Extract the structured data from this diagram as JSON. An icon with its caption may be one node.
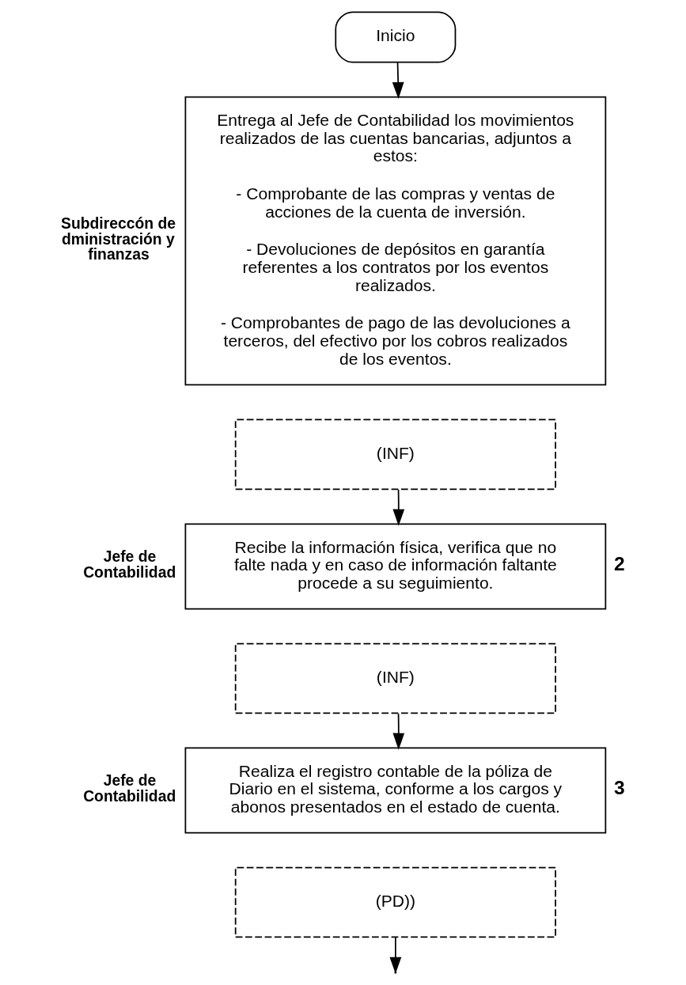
{
  "diagram": {
    "nodes": [
      {
        "text": [
          "Inicio"
        ]
      },
      {
        "text": [
          "Entrega al Jefe de Contabilidad los movimientos realizados de las cuentas bancarias, adjuntos a estos:",
          "- Comprobante de las compras y ventas de acciones de la cuenta de inversión.",
          "- Devoluciones de depósitos en garantía referentes a los contratos por los eventos realizados.",
          "- Comprobantes de pago de las devoluciones a terceros, del efectivo por los cobros realizados de los eventos."
        ],
        "beside": [
          "Subdireccón de dministración y finanzas"
        ]
      },
      {
        "text": [
          "(INF)"
        ]
      },
      {
        "text": [
          "Recibe la información física, verifica que no falte nada y en caso de información faltante procede a su seguimiento."
        ],
        "beside": [
          "Jefe de Contabilidad",
          "2"
        ]
      },
      {
        "text": [
          "(INF)"
        ]
      },
      {
        "text": [
          "Realiza el registro contable de la póliza de Diario en el sistema, conforme a los cargos y abonos presentados en el estado de cuenta."
        ],
        "beside": [
          "Jefe de Contabilidad",
          "3"
        ]
      },
      {
        "text": [
          "(PD))"
        ]
      }
    ],
    "edges": [
      {
        "from": 0,
        "to": 1,
        "arrow": "to"
      },
      {
        "from": 2,
        "to": 3,
        "arrow": "to"
      },
      {
        "from": 4,
        "to": 5,
        "arrow": "to"
      },
      {
        "from": 6,
        "to": null,
        "arrow": "to"
      }
    ]
  }
}
